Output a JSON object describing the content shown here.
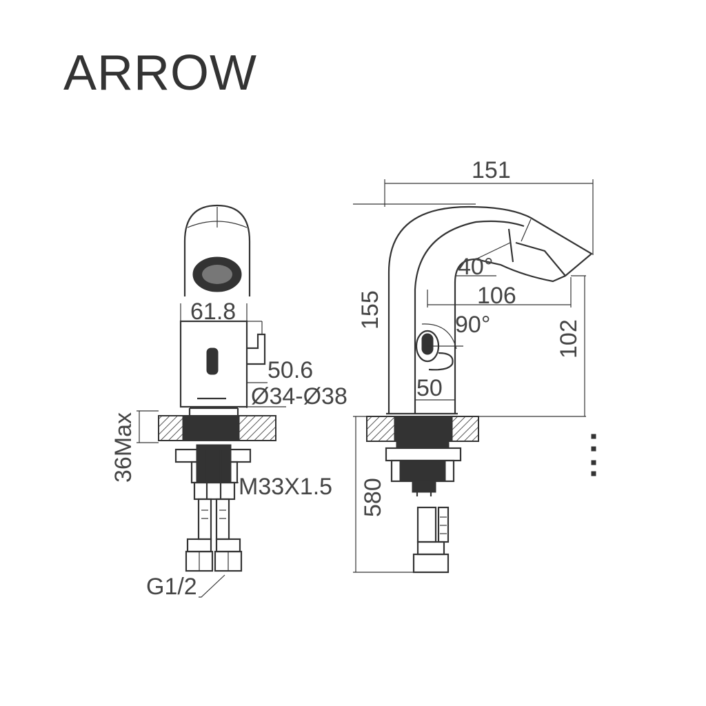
{
  "title": "ARROW",
  "colors": {
    "ink": "#333333",
    "background": "#ffffff",
    "hatch": "#555555"
  },
  "front_view": {
    "dim_width": "61.8",
    "dim_handle_offset": "50.6",
    "dim_hole": "Ø34-Ø38",
    "dim_deck_max": "36Max",
    "dim_thread": "M33X1.5",
    "dim_connector": "G1/2"
  },
  "side_view": {
    "dim_overall_length": "151",
    "dim_height": "155",
    "dim_spout_angle": "40°",
    "dim_reach": "106",
    "dim_handle_angle": "90°",
    "dim_spout_height": "102",
    "dim_base": "50",
    "dim_hose_length": "580"
  }
}
